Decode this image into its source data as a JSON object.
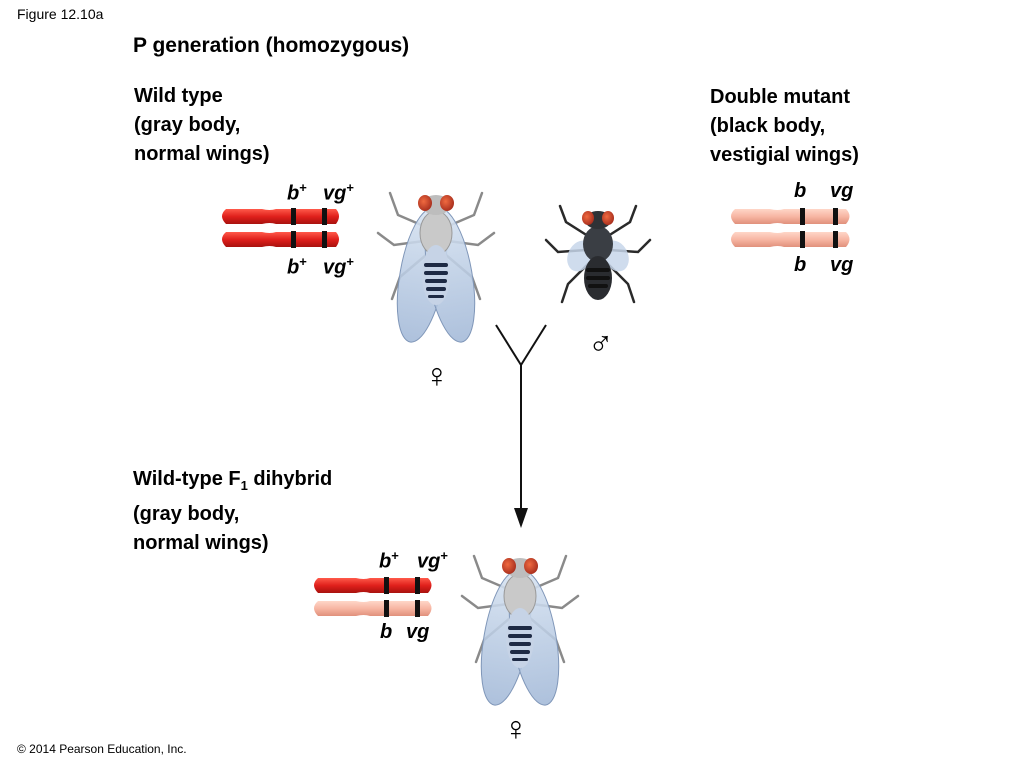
{
  "figure_label": "Figure 12.10a",
  "p_generation_title": "P generation (homozygous)",
  "wild_type": {
    "line1": "Wild type",
    "line2": "(gray body,",
    "line3": "normal wings)"
  },
  "double_mutant": {
    "line1": "Double mutant",
    "line2": "(black body,",
    "line3": "vestigial wings)"
  },
  "f1": {
    "line1_main": "Wild-type F",
    "line1_sub": "1",
    "line1_rest": " dihybrid",
    "line2": "(gray body,",
    "line3": "normal wings)"
  },
  "alleles": {
    "b": "b",
    "vg": "vg",
    "plus": "+"
  },
  "symbols": {
    "female": "♀",
    "male": "♂"
  },
  "colors": {
    "wild_chromosome": "#e0201c",
    "mutant_chromosome": "#f7b6a3",
    "gene_band": "#111111"
  },
  "copyright": "© 2014 Pearson Education, Inc."
}
